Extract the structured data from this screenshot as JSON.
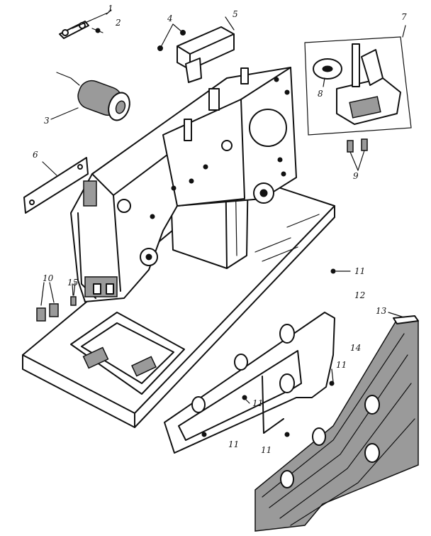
{
  "callouts": [
    {
      "id": "c1",
      "text": "1"
    },
    {
      "id": "c2",
      "text": "2"
    },
    {
      "id": "c3",
      "text": "3"
    },
    {
      "id": "c4",
      "text": "4"
    },
    {
      "id": "c5",
      "text": "5"
    },
    {
      "id": "c6",
      "text": "6"
    },
    {
      "id": "c7",
      "text": "7"
    },
    {
      "id": "c8",
      "text": "8"
    },
    {
      "id": "c9",
      "text": "9"
    },
    {
      "id": "c10",
      "text": "10"
    },
    {
      "id": "c11a",
      "text": "11"
    },
    {
      "id": "c11b",
      "text": "11"
    },
    {
      "id": "c11c",
      "text": "11"
    },
    {
      "id": "c11d",
      "text": "11"
    },
    {
      "id": "c11e",
      "text": "11"
    },
    {
      "id": "c12",
      "text": "12"
    },
    {
      "id": "c13",
      "text": "13"
    },
    {
      "id": "c14",
      "text": "14"
    },
    {
      "id": "c15",
      "text": "15"
    }
  ],
  "colors": {
    "ink": "#111111",
    "paper": "#ffffff",
    "shade": "#9a9a9a"
  }
}
